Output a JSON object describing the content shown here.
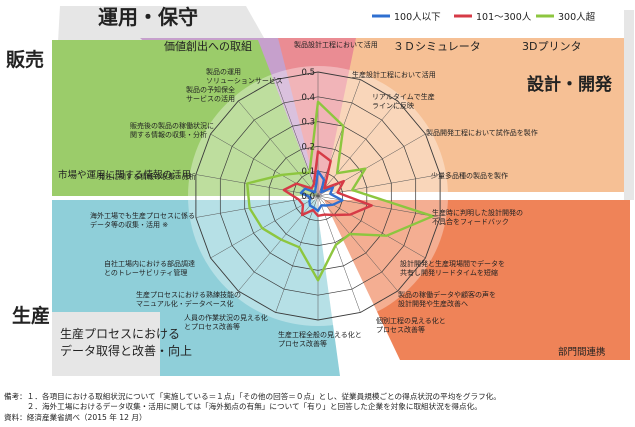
{
  "chart_data": {
    "type": "radar",
    "title": "",
    "rlim": [
      0,
      0.5
    ],
    "rticks": [
      "0.0",
      "0.1",
      "0.2",
      "0.3",
      "0.4",
      "0.5"
    ],
    "grid": true,
    "legend_position": "top-right",
    "axes": [
      "製品設計工程において活用",
      "生産設計工程において活用",
      "リアルタイムで生産ラインに反映",
      "製品開発工程において試作品を製作",
      "少量多品種の製品を製作",
      "生産時に判明した設計開発の不具合をフィードバック",
      "設計開発と生産現場間でデータを共有し開発リードタイムを短縮",
      "製品の稼働データや顧客の声を設計開発や生産改善へ",
      "個別工程の見える化とプロセス改善等",
      "生産工程全般の見える化とプロセス改善等",
      "人員の作業状況の見える化とプロセス改善等",
      "生産プロセスにおける熟練技能のマニュアル化・データベース化",
      "自社工場内における部品調達とトレーサビリティ管理",
      "海外工場でも生産プロセスに係るデータ等の収集・活用",
      "発注に関する情報の収集・分析",
      "販売後の製品の稼働状況に関する情報の収集・分析",
      "製品の予知保全サービスの活用",
      "製品の運用ソリューションサービス"
    ],
    "axis_labels": [
      [
        "製品設計工程において活用"
      ],
      [
        "生産設計工程において活用"
      ],
      [
        "リアルタイムで生産",
        "ラインに反映"
      ],
      [
        "製品開発工程において試作品を製作"
      ],
      [
        "少量多品種の製品を製作"
      ],
      [
        "生産時に判明した設計開発の",
        "不具合をフィードバック"
      ],
      [
        "設計開発と生産現場間でデータを",
        "共有し開発リードタイムを短縮"
      ],
      [
        "製品の稼働データや顧客の声を",
        "設計開発や生産改善へ"
      ],
      [
        "個別工程の見える化と",
        "プロセス改善等"
      ],
      [
        "生産工程全般の見える化と",
        "プロセス改善等"
      ],
      [
        "人員の作業状況の見える化",
        "とプロセス改善等"
      ],
      [
        "生産プロセスにおける熟練技能の",
        "マニュアル化・データベース化"
      ],
      [
        "自社工場内における部品調達",
        "とのトレーサビリティ管理"
      ],
      [
        "海外工場でも生産プロセスに係る",
        "データ等の収集・活用 ※"
      ],
      [
        "発注に関する情報の収集・分析"
      ],
      [
        "販売後の製品の稼働状況に",
        "関する情報の収集・分析"
      ],
      [
        "製品の予知保全",
        "サービスの活用"
      ],
      [
        "製品の運用",
        "ソリューションサービス"
      ]
    ],
    "series": [
      {
        "name": "100人以下",
        "color": "#2f6fd0",
        "values": [
          0.1,
          0.07,
          0.02,
          0.07,
          0.05,
          0.1,
          0.07,
          0.05,
          0.04,
          0.06,
          0.05,
          0.05,
          0.04,
          0.03,
          0.07,
          0.06,
          0.02,
          0.03
        ]
      },
      {
        "name": "101～300人",
        "color": "#d63a46",
        "values": [
          0.18,
          0.15,
          0.04,
          0.12,
          0.08,
          0.22,
          0.15,
          0.1,
          0.08,
          0.08,
          0.06,
          0.1,
          0.07,
          0.08,
          0.14,
          0.1,
          0.04,
          0.05
        ]
      },
      {
        "name": "300人超",
        "color": "#8dc63f",
        "values": [
          0.38,
          0.3,
          0.12,
          0.22,
          0.14,
          0.47,
          0.32,
          0.2,
          0.21,
          0.34,
          0.22,
          0.23,
          0.26,
          0.28,
          0.29,
          0.17,
          0.12,
          0.1
        ]
      }
    ]
  },
  "sections": {
    "operation_title": "運用・保守",
    "value_creation": "価値創出への取組",
    "sales": "販売",
    "sales_sub": "市場や運用に関する情報の活用",
    "design_dev": "設計・開発",
    "sim_3d": "３Ｄシミュレータ",
    "printer_3d": "3Dプリンタ",
    "departments": "部門間連携",
    "production": "生産",
    "production_sub_line1": "生産プロセスにおける",
    "production_sub_line2": "データ取得と改善・向上"
  },
  "colors": {
    "purple_dark": "#a56ab0",
    "purple_light": "#c6a0cc",
    "green": "#9bcc6a",
    "pink": "#ea8c93",
    "orange_light": "#f6c095",
    "orange": "#ef8358",
    "blue_light": "#8fcfd9",
    "grey": "#e6e6e6"
  },
  "notes": [
    "備考：１．各項目における取組状況について「実施している＝１点」「その他の回答＝０点」とし、従業員規模ごとの得点状況の平均をグラフ化。",
    "　　　２．海外工場におけるデータ収集・活用に関しては「海外拠点の有無」について「有り」と回答した企業を対象に取組状況を得点化。",
    "資料：経済産業省調べ（2015 年 12 月）"
  ]
}
